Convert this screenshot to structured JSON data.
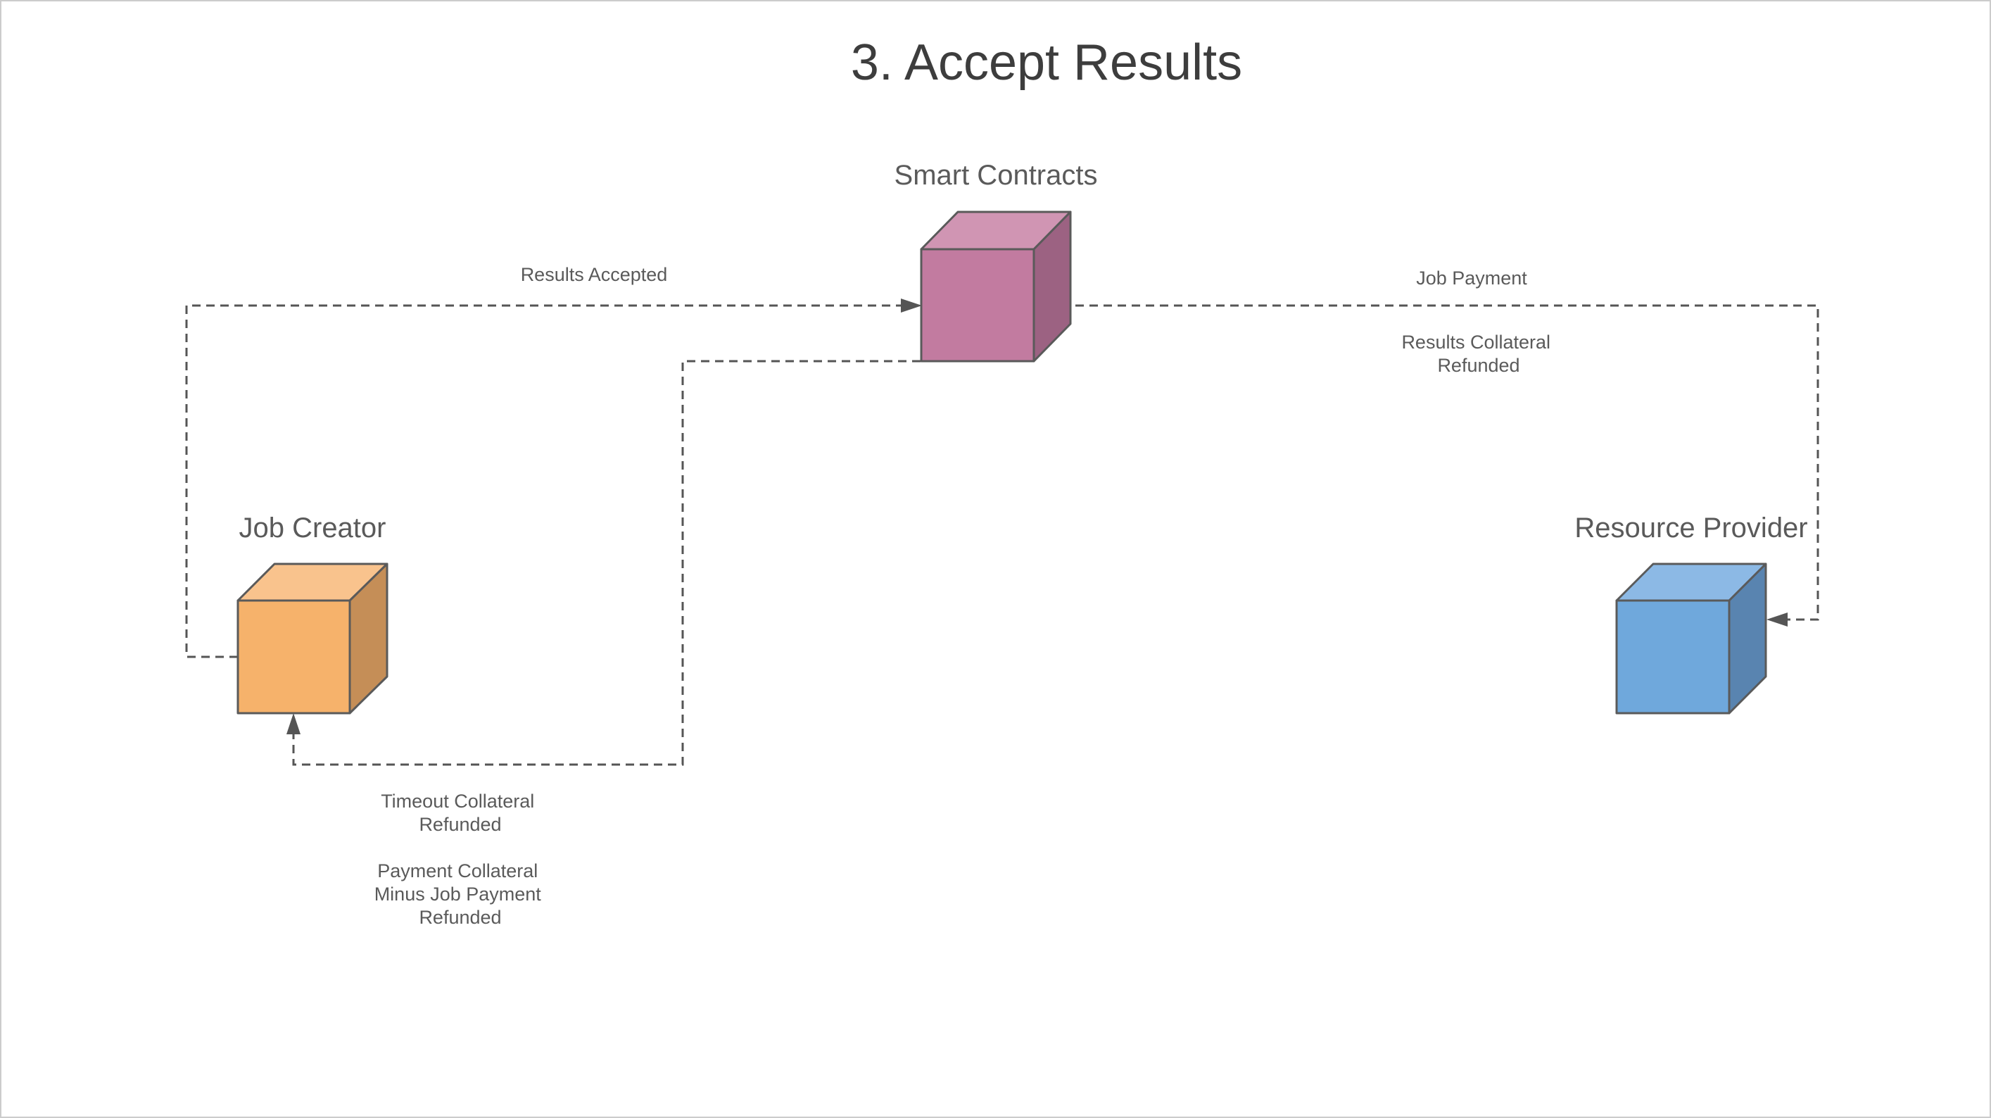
{
  "title": "3. Accept Results",
  "nodes": {
    "smart_contracts": {
      "label": "Smart Contracts",
      "colors": {
        "front": "#c27ba0",
        "top": "#d095b3",
        "side": "#9c6282"
      }
    },
    "job_creator": {
      "label": "Job Creator",
      "colors": {
        "front": "#f6b26b",
        "top": "#f9c38d",
        "side": "#c58e57"
      }
    },
    "resource_provider": {
      "label": "Resource Provider",
      "colors": {
        "front": "#6fa8dc",
        "top": "#8cb9e5",
        "side": "#5984b0"
      }
    }
  },
  "edges": {
    "results_accepted": {
      "label": "Results Accepted"
    },
    "job_payment": {
      "label": "Job Payment"
    },
    "results_collateral": {
      "lines": [
        "Results Collateral",
        "Refunded"
      ]
    },
    "timeout_collateral": {
      "lines": [
        "Timeout Collateral",
        "Refunded"
      ]
    },
    "payment_collateral": {
      "lines": [
        "Payment Collateral",
        "Minus Job Payment",
        "Refunded"
      ]
    }
  }
}
